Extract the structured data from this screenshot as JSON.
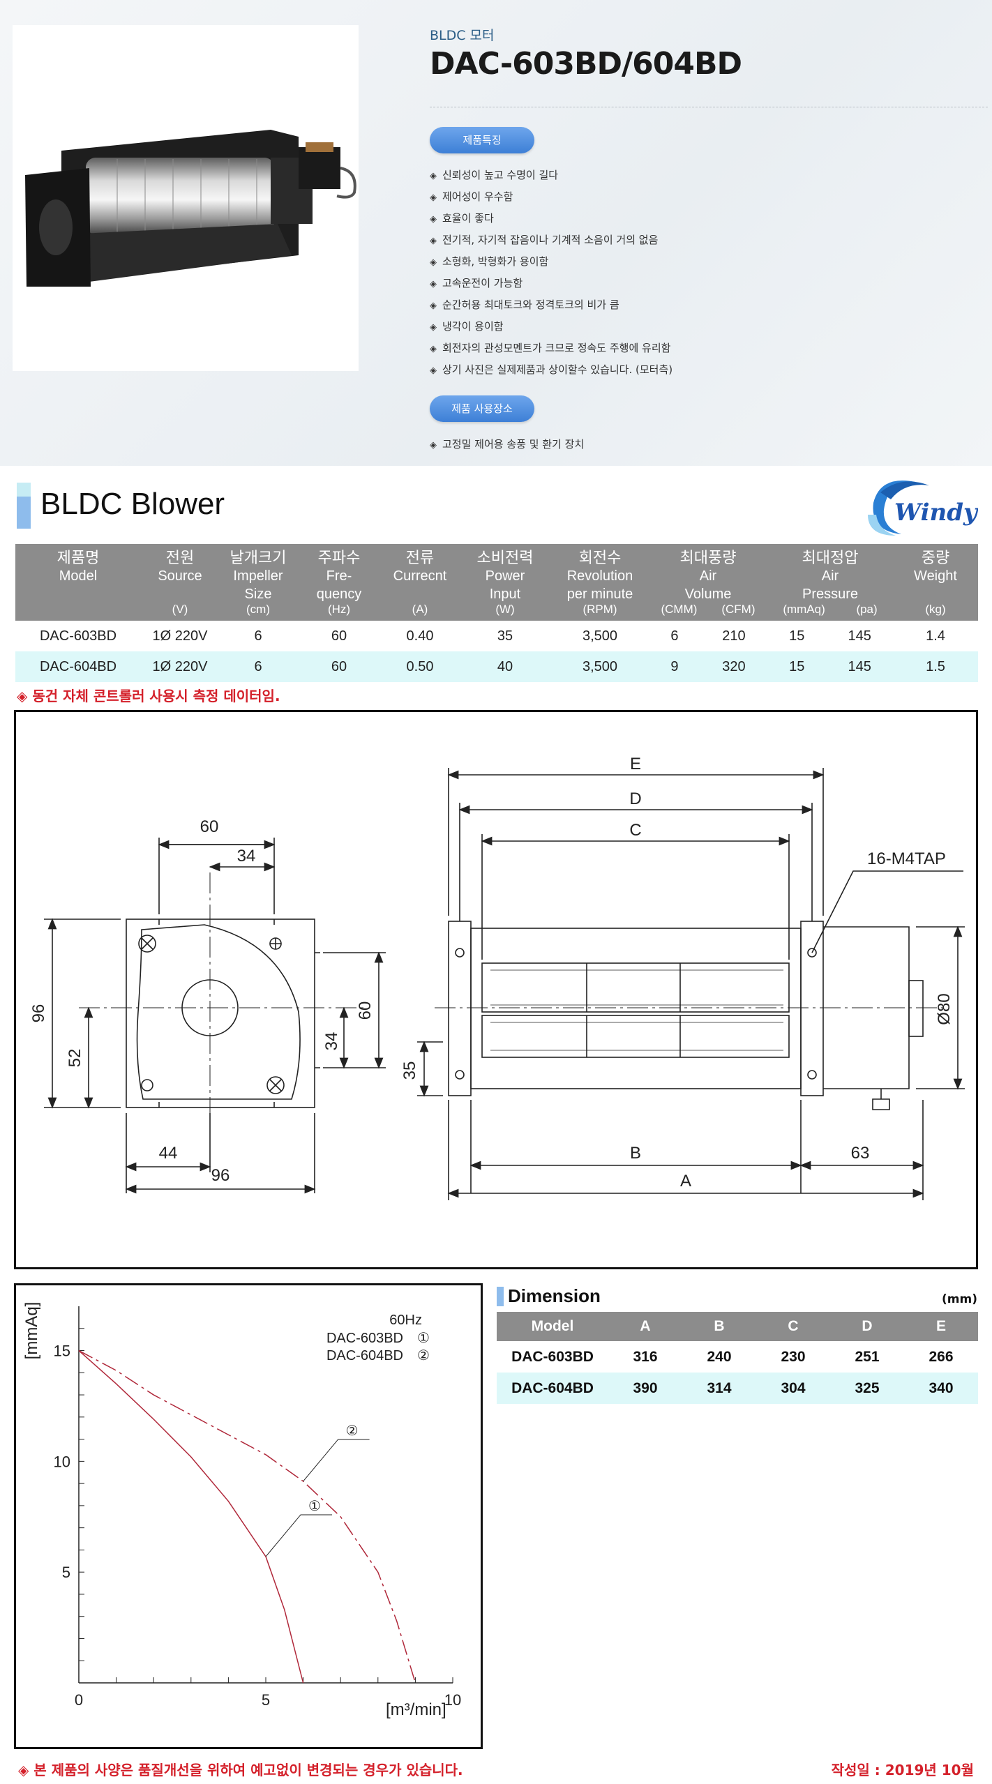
{
  "product": {
    "category": "BLDC 모터",
    "model": "DAC-603BD/604BD",
    "features_button": "제품특징",
    "usage_button": "제품 사용장소",
    "features": [
      "신뢰성이 높고 수명이 길다",
      "제어성이 우수함",
      "효율이 좋다",
      "전기적, 자기적 잡음이나 기계적 소음이 거의 없음",
      "소형화, 박형화가 용이함",
      "고속운전이 가능함",
      "순간허용 최대토크와 정격토크의 비가 큼",
      "냉각이 용이함",
      "회전자의 관성모멘트가 크므로 정속도 주행에 유리함",
      "상기 사진은 실제제품과 상이할수 있습니다. (모터측)"
    ],
    "usage": [
      "고정밀 제어용 송풍 및 환기 장치"
    ],
    "bullet": "◈"
  },
  "section": {
    "title": "BLDC Blower",
    "logo_text": "Windy",
    "colors": {
      "accent_light": "#c6ecf4",
      "accent": "#8ebcec",
      "table_header": "#8c8c8c",
      "row_alt": "#ddf8f9",
      "note_red": "#d4202a"
    }
  },
  "spec_table": {
    "headers": [
      {
        "ko": "제품명",
        "en": [
          "Model"
        ],
        "unit": ""
      },
      {
        "ko": "전원",
        "en": [
          "Source"
        ],
        "unit": "(V)"
      },
      {
        "ko": "날개크기",
        "en": [
          "Impeller",
          "Size"
        ],
        "unit": "(cm)"
      },
      {
        "ko": "주파수",
        "en": [
          "Fre-",
          "quency"
        ],
        "unit": "(Hz)"
      },
      {
        "ko": "전류",
        "en": [
          "Currecnt"
        ],
        "unit": "(A)"
      },
      {
        "ko": "소비전력",
        "en": [
          "Power",
          "Input"
        ],
        "unit": "(W)"
      },
      {
        "ko": "회전수",
        "en": [
          "Revolution",
          "per minute"
        ],
        "unit": "(RPM)"
      },
      {
        "ko": "최대풍량",
        "en": [
          "Air",
          "Volume"
        ],
        "units": [
          "(CMM)",
          "(CFM)"
        ]
      },
      {
        "ko": "최대정압",
        "en": [
          "Air",
          "Pressure"
        ],
        "units": [
          "(mmAq)",
          "(pa)"
        ]
      },
      {
        "ko": "중량",
        "en": [
          "Weight"
        ],
        "unit": "(kg)"
      }
    ],
    "rows": [
      [
        "DAC-603BD",
        "1Ø 220V",
        "6",
        "60",
        "0.40",
        "35",
        "3,500",
        "6",
        "210",
        "15",
        "145",
        "1.4"
      ],
      [
        "DAC-604BD",
        "1Ø 220V",
        "6",
        "60",
        "0.50",
        "40",
        "3,500",
        "9",
        "320",
        "15",
        "145",
        "1.5"
      ]
    ],
    "note": "◈ 동건 자체 콘트롤러 사용시 측정 데이터임."
  },
  "drawing": {
    "front": {
      "top_outer": "60",
      "top_inner": "34",
      "left_outer": "96",
      "left_inner": "52",
      "right_outer": "60",
      "right_inner": "34",
      "bottom_inner": "44",
      "bottom_outer": "96"
    },
    "side": {
      "E": "E",
      "D": "D",
      "C": "C",
      "B": "B",
      "A": "A",
      "motor": "63",
      "height": "35",
      "diameter": "Ø80",
      "tap": "16-M4TAP"
    }
  },
  "chart_data": {
    "type": "line",
    "xlabel": "[m³/min]",
    "ylabel": "[mmAq]",
    "xlim": [
      0,
      10
    ],
    "ylim": [
      0,
      17
    ],
    "xticks": [
      "0",
      "5",
      "10"
    ],
    "yticks": [
      "5",
      "10",
      "15"
    ],
    "freq_label": "60Hz",
    "legend": [
      {
        "name": "DAC-603BD",
        "mark": "①"
      },
      {
        "name": "DAC-604BD",
        "mark": "②"
      }
    ],
    "series": [
      {
        "name": "DAC-603BD",
        "mark": "①",
        "x": [
          0,
          1,
          2,
          3,
          4,
          5,
          5.5,
          6
        ],
        "y": [
          15,
          13.5,
          11.9,
          10.2,
          8.2,
          5.7,
          3.3,
          0
        ]
      },
      {
        "name": "DAC-604BD",
        "mark": "②",
        "x": [
          0,
          1,
          2,
          3,
          4,
          5,
          6,
          7,
          8,
          8.5,
          9
        ],
        "y": [
          15,
          14.1,
          13.0,
          12.1,
          11.2,
          10.3,
          9.1,
          7.5,
          5.0,
          2.8,
          0
        ]
      }
    ]
  },
  "dimension": {
    "title": "Dimension",
    "unit": "(mm)",
    "headers": [
      "Model",
      "A",
      "B",
      "C",
      "D",
      "E"
    ],
    "rows": [
      [
        "DAC-603BD",
        "316",
        "240",
        "230",
        "251",
        "266"
      ],
      [
        "DAC-604BD",
        "390",
        "314",
        "304",
        "325",
        "340"
      ]
    ]
  },
  "footer": {
    "note": "◈ 본 제품의 사양은 품질개선을 위하여 예고없이 변경되는 경우가 있습니다.",
    "date": "작성일 : 2019년 10월"
  }
}
